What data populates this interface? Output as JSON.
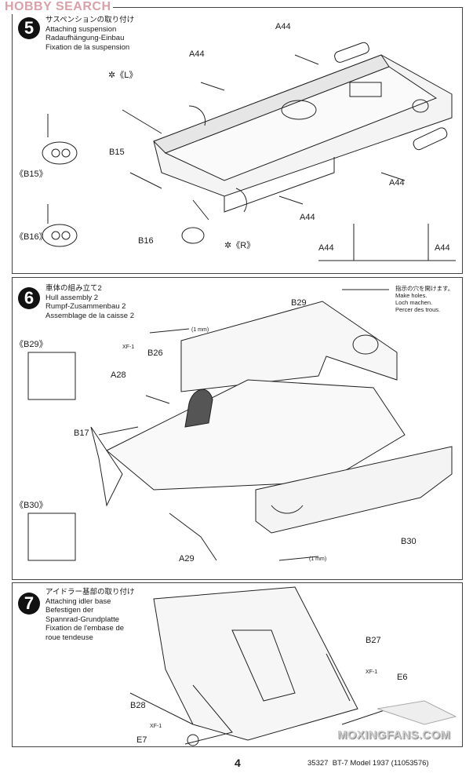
{
  "watermark_top": "HOBBY SEARCH",
  "watermark_bottom": "MOXINGFANS.COM",
  "steps": [
    {
      "number": "5",
      "title_ja": "サスペンションの取り付け",
      "title_en": "Attaching suspension",
      "title_de": "Radaufhängung-Einbau",
      "title_fr": "Fixation de la suspension",
      "labels": {
        "a44_1": "A44",
        "a44_2": "A44",
        "left": "《L》",
        "b15": "B15",
        "b15_detail": "《B15》",
        "b16_detail": "《B16》",
        "b16": "B16",
        "right": "《R》",
        "a44_3": "A44",
        "a44_4": "A44",
        "a44_5": "A44",
        "a44_6": "A44"
      }
    },
    {
      "number": "6",
      "title_ja": "車体の組み立て2",
      "title_en": "Hull assembly 2",
      "title_de": "Rumpf-Zusammenbau 2",
      "title_fr": "Assemblage de la caisse 2",
      "note_ja": "指示の穴を開けます。",
      "note_en": "Make holes.",
      "note_de": "Loch machen.",
      "note_fr": "Percer des trous.",
      "labels": {
        "b29": "B29",
        "drill_1": "(1 mm)",
        "xf1": "XF-1",
        "b26": "B26",
        "a28": "A28",
        "b29_detail": "《B29》",
        "b17": "B17",
        "b30_detail": "《B30》",
        "a29": "A29",
        "b30": "B30",
        "drill_2": "(1 mm)"
      }
    },
    {
      "number": "7",
      "title_ja": "アイドラー基部の取り付け",
      "title_en": "Attaching idler base",
      "title_de1": "Befestigen der",
      "title_de2": "Spannrad-Grundplatte",
      "title_fr1": "Fixation de l'embase de",
      "title_fr2": "roue tendeuse",
      "labels": {
        "b27": "B27",
        "xf1_a": "XF-1",
        "e6": "E6",
        "b28": "B28",
        "xf1_b": "XF-1",
        "e7": "E7"
      }
    }
  ],
  "footer": {
    "page_number": "4",
    "product": "35327  BT-7 Model 1937 (11053576)"
  }
}
